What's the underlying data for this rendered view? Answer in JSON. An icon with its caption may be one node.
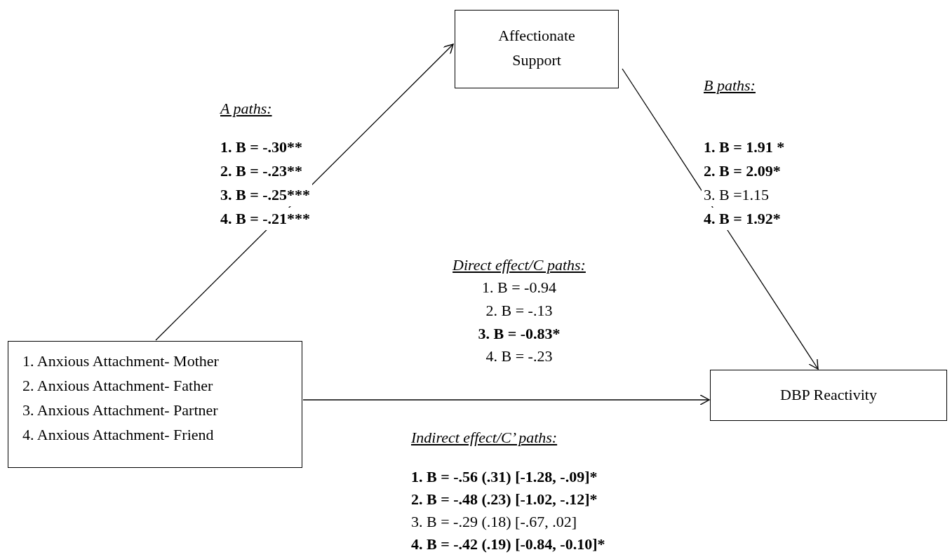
{
  "diagram": {
    "nodes": [
      {
        "text": [
          "Affectionate Support"
        ]
      },
      {
        "text": [
          "1. Anxious Attachment- Mother",
          "2. Anxious Attachment- Father",
          "3. Anxious Attachment- Partner",
          "4. Anxious Attachment- Friend"
        ]
      },
      {
        "text": [
          "DBP Reactivity"
        ]
      }
    ],
    "edges": [
      {
        "from": 1,
        "to": 0,
        "arrow": "to"
      },
      {
        "from": 0,
        "to": 2,
        "arrow": "to"
      },
      {
        "from": 1,
        "to": 2,
        "arrow": "to"
      }
    ],
    "labels": [
      "A paths:",
      "1. B = -.30**",
      "2. B = -.23**",
      "3. B = -.25***",
      "4. B = -.21***",
      "B paths:",
      "1. B = 1.91 *",
      "2. B = 2.09*",
      "3. B =1.15",
      "4. B = 1.92*",
      "Direct effect/C paths:",
      "1. B = -0.94",
      "2. B = -.13",
      "3. B = -0.83*",
      "4. B = -.23",
      "Indirect effect/C’ paths:",
      "1. B = -.56 (.31) [-1.28, -.09]*",
      "2. B = -.48 (.23) [-1.02, -.12]*",
      "3. B = -.29 (.18) [-.67, .02]",
      "4. B = -.42 (.19) [-0.84, -0.10]*"
    ]
  }
}
